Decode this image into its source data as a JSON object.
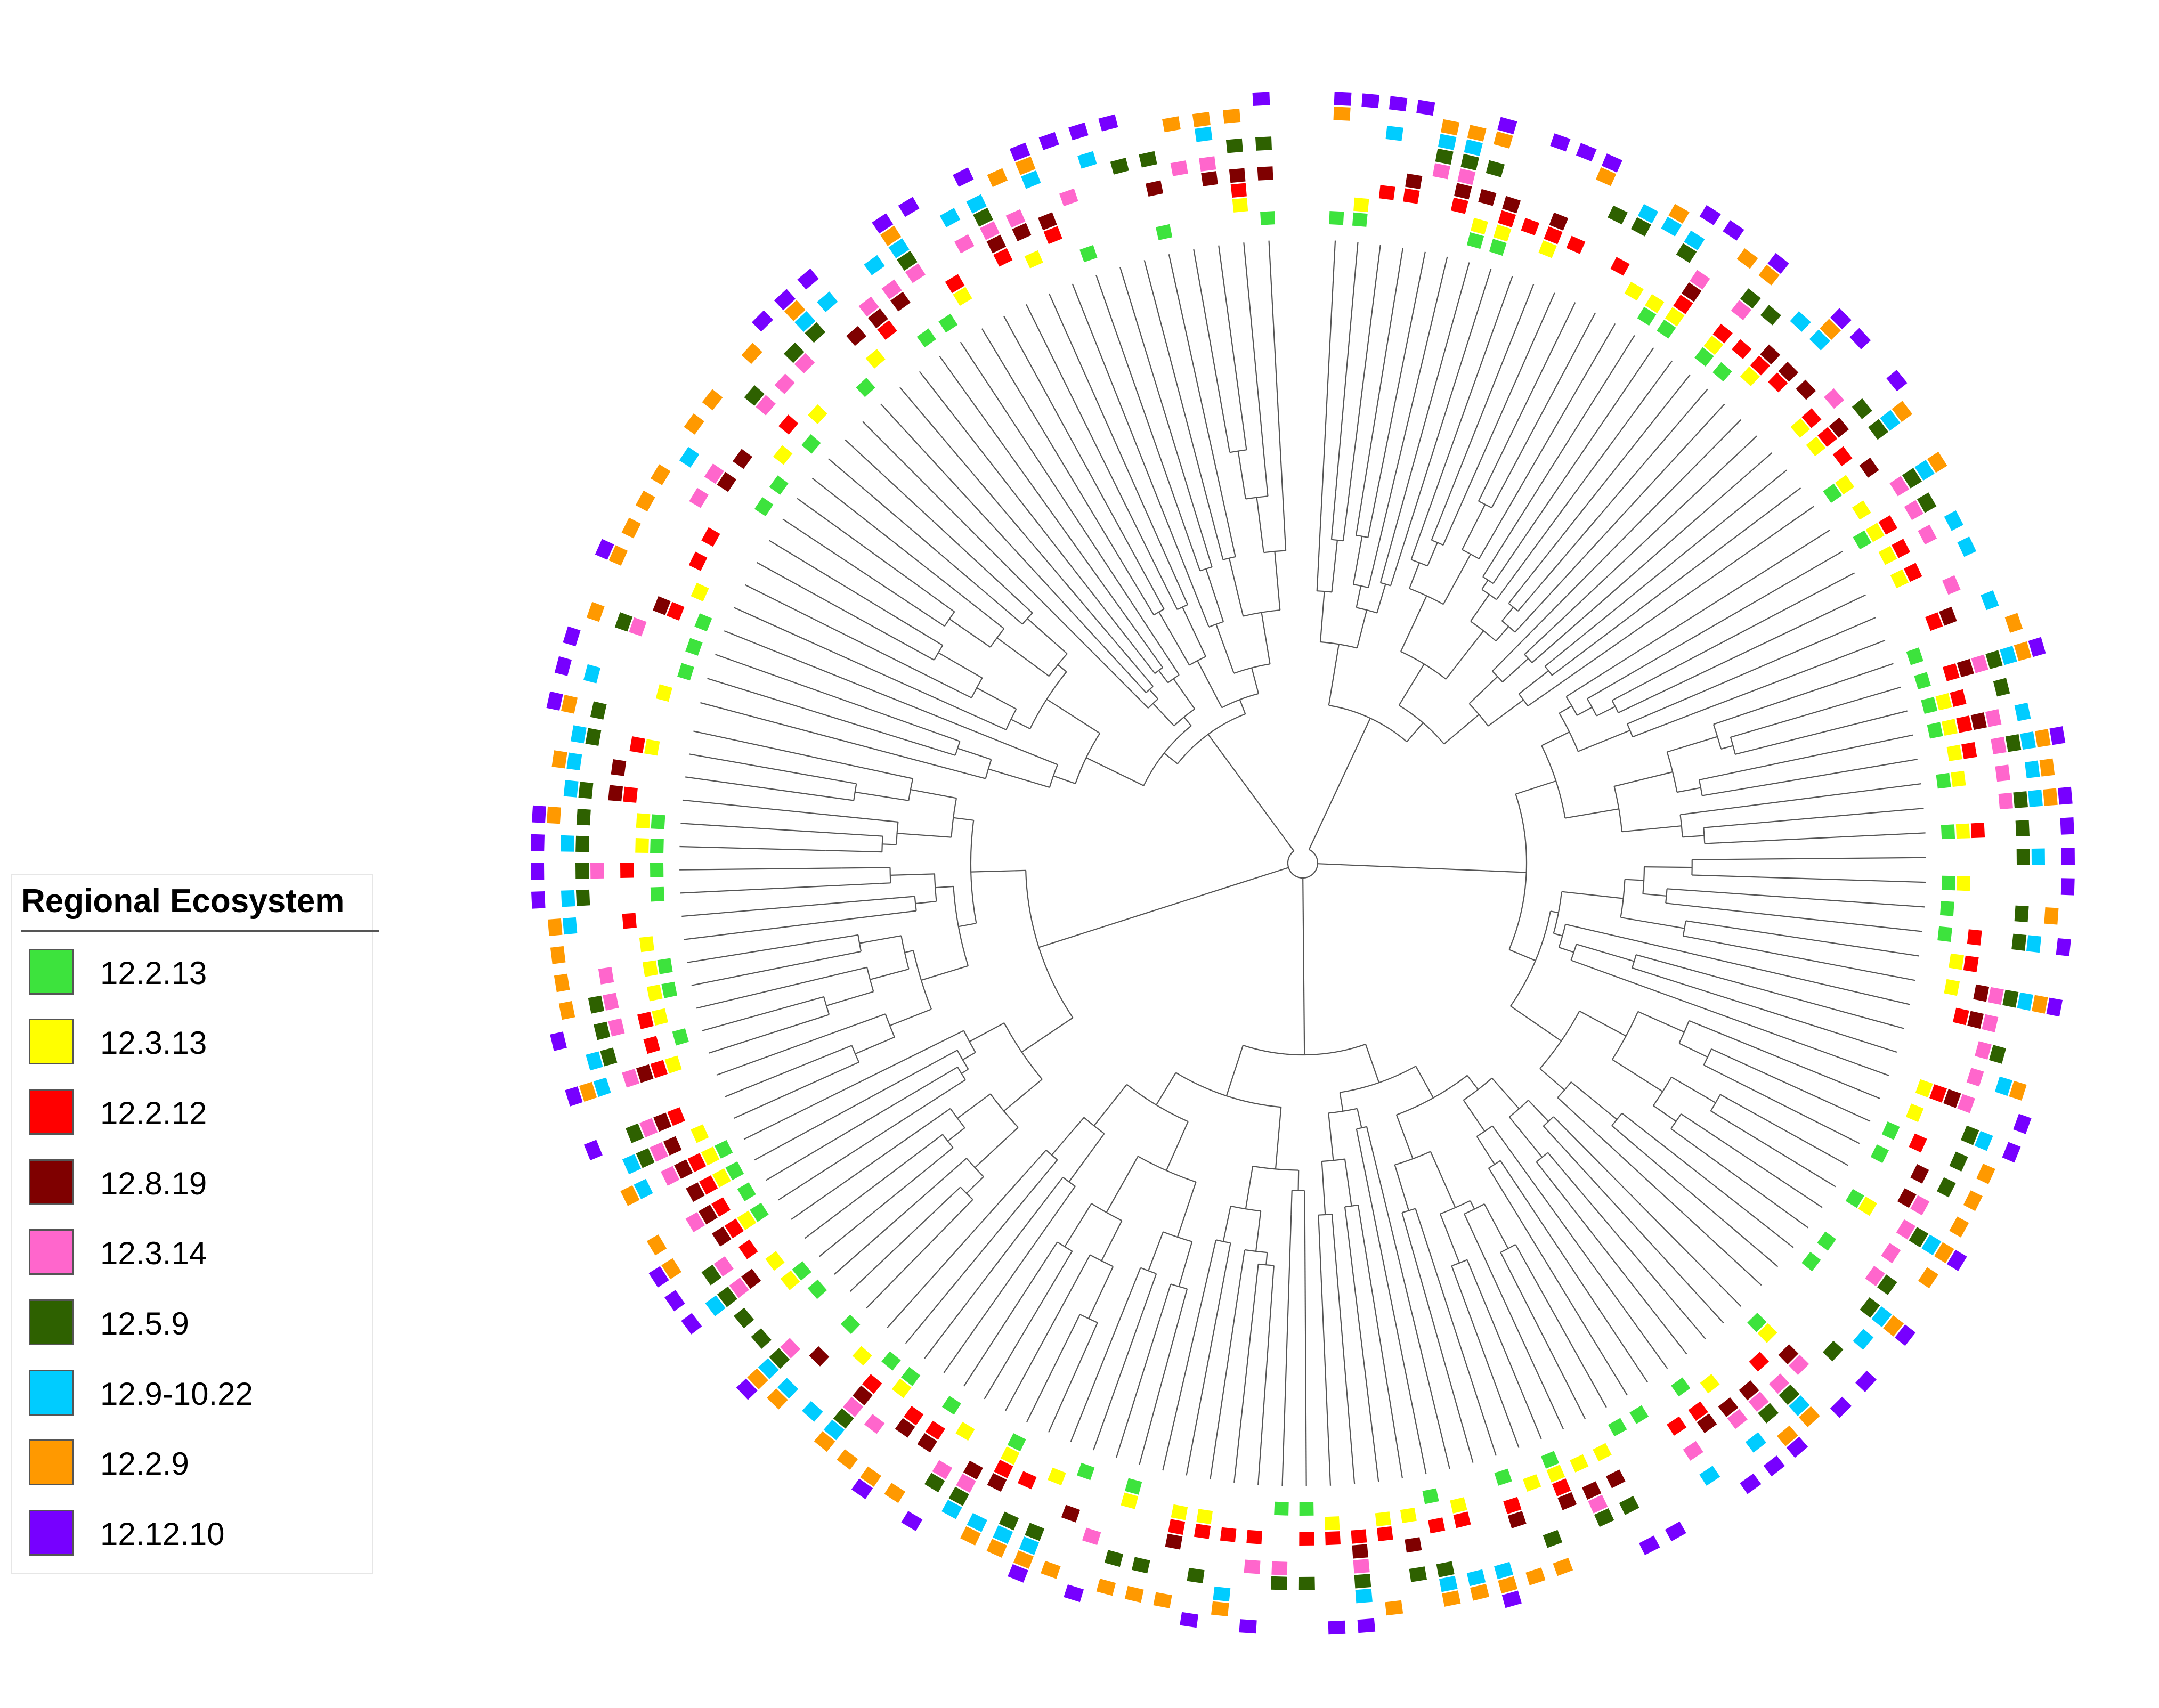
{
  "legend": {
    "title": "Regional Ecosystem",
    "items": [
      {
        "label": "12.2.13",
        "color": "#3de33d"
      },
      {
        "label": "12.3.13",
        "color": "#ffff00"
      },
      {
        "label": "12.2.12",
        "color": "#ff0000"
      },
      {
        "label": "12.8.19",
        "color": "#7f0000"
      },
      {
        "label": "12.3.14",
        "color": "#ff66cc"
      },
      {
        "label": "12.5.9",
        "color": "#2e6100"
      },
      {
        "label": "12.9-10.22",
        "color": "#00ccff"
      },
      {
        "label": "12.2.9",
        "color": "#ff9900"
      },
      {
        "label": "12.12.10",
        "color": "#7700ff"
      }
    ]
  },
  "tree": {
    "layout": "circular",
    "ring_count": 9,
    "branch_color": "#555555"
  }
}
